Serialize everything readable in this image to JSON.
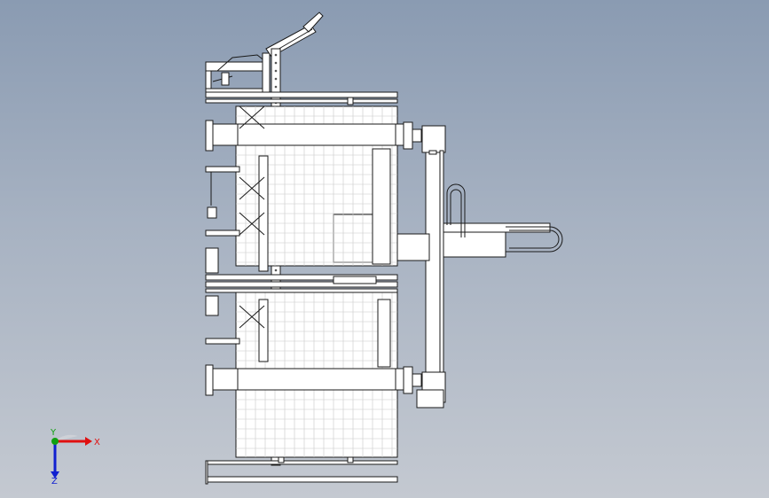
{
  "viewport": {
    "background_top": "#8a9bb2",
    "background_bottom": "#c4c9d1",
    "line_color": "#1a1a1a",
    "fill_color": "#ffffff"
  },
  "triad": {
    "x_label": "X",
    "y_label": "Y",
    "z_label": "Z",
    "x_color": "#e01010",
    "y_color": "#10a010",
    "z_color": "#1020d0"
  }
}
